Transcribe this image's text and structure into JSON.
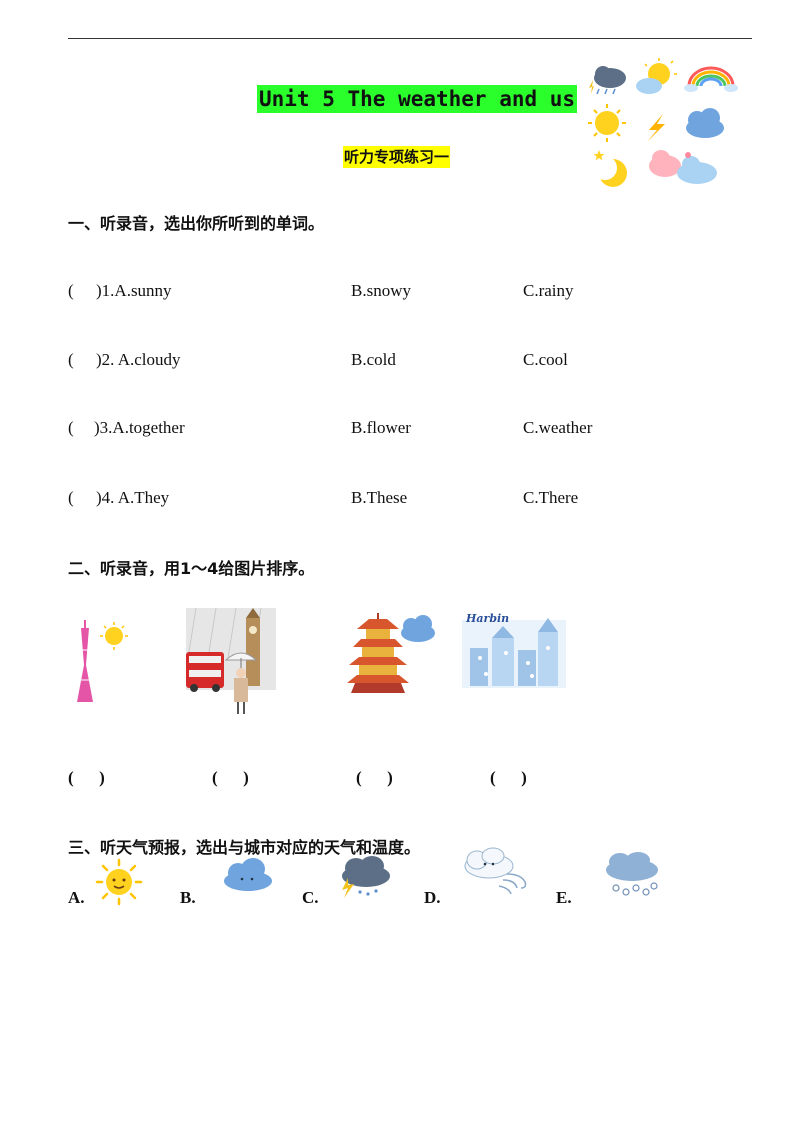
{
  "header": {
    "title": "Unit 5 The weather and us",
    "subtitle": "听力专项练习一"
  },
  "section1": {
    "heading": "一、听录音，选出你所听到的单词。",
    "questions": [
      {
        "bracket": "(",
        "num_a": ")1.A.sunny",
        "b": "B.snowy",
        "c": "C.rainy"
      },
      {
        "bracket": "(",
        "num_a": ")2. A.cloudy",
        "b": "B.cold",
        "c": "C.cool"
      },
      {
        "bracket": "(",
        "num_a": ")3.A.together",
        "b": "B.flower",
        "c": "C.weather"
      },
      {
        "bracket": "(",
        "num_a": ")4. A.They",
        "b": "B.These",
        "c": "C.There"
      }
    ]
  },
  "section2": {
    "heading": "二、听录音，用1～4给图片排序。",
    "pictures": [
      "canton-tower-sunny",
      "london-rainy",
      "yellow-crane-tower-cloudy",
      "harbin-snowy"
    ],
    "blanks": [
      "(      )",
      "(      )",
      "(      )",
      "(      )"
    ],
    "harbin_text": "Harbin"
  },
  "section3": {
    "heading": "三、听天气预报，选出与城市对应的天气和温度。",
    "options": [
      {
        "letter": "A.",
        "icon": "sun-icon"
      },
      {
        "letter": "B.",
        "icon": "cloud-icon"
      },
      {
        "letter": "C.",
        "icon": "storm-icon"
      },
      {
        "letter": "D.",
        "icon": "wind-icon"
      },
      {
        "letter": "E.",
        "icon": "snow-cloud-icon"
      }
    ]
  },
  "colors": {
    "title_highlight": "#2bff2b",
    "subtitle_highlight": "#ffff00",
    "sun": "#ffd21f",
    "cloud": "#7fb2e5"
  }
}
